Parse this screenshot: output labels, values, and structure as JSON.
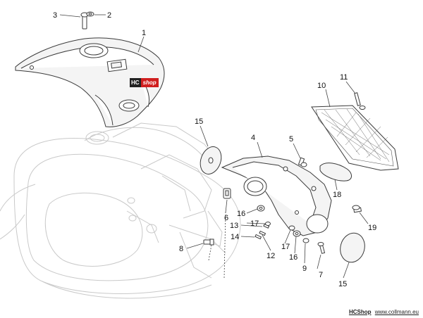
{
  "labels": [
    {
      "id": "1",
      "text": "1"
    },
    {
      "id": "2",
      "text": "2"
    },
    {
      "id": "3",
      "text": "3"
    },
    {
      "id": "4",
      "text": "4"
    },
    {
      "id": "5",
      "text": "5"
    },
    {
      "id": "6",
      "text": "6"
    },
    {
      "id": "7",
      "text": "7"
    },
    {
      "id": "8",
      "text": "8"
    },
    {
      "id": "9",
      "text": "9"
    },
    {
      "id": "10",
      "text": "10"
    },
    {
      "id": "11",
      "text": "11"
    },
    {
      "id": "12",
      "text": "12"
    },
    {
      "id": "13",
      "text": "13"
    },
    {
      "id": "14",
      "text": "14"
    },
    {
      "id": "15a",
      "text": "15"
    },
    {
      "id": "15b",
      "text": "15"
    },
    {
      "id": "16a",
      "text": "16"
    },
    {
      "id": "16b",
      "text": "16"
    },
    {
      "id": "17a",
      "text": "17"
    },
    {
      "id": "17b",
      "text": "17"
    },
    {
      "id": "18",
      "text": "18"
    },
    {
      "id": "19",
      "text": "19"
    }
  ],
  "badge": {
    "hc": "HC",
    "shop": "shop"
  },
  "footer": {
    "brand": "HCShop",
    "site": "www.collmann.eu"
  }
}
